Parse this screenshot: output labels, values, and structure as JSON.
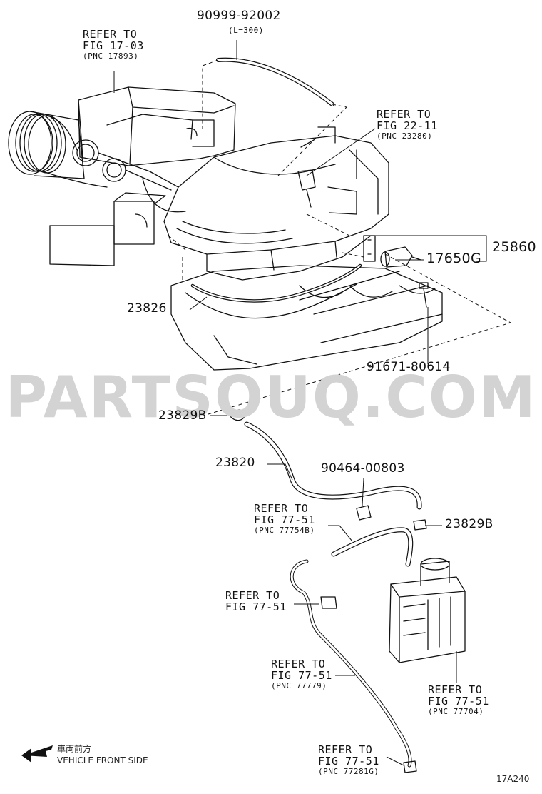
{
  "labels": {
    "fig1703": {
      "line1": "REFER TO",
      "line2": "FIG 17-03",
      "pnc": "(PNC 17893)"
    },
    "hose_top": {
      "part": "90999-92002",
      "note": "(L=300)"
    },
    "fig2211": {
      "line1": "REFER TO",
      "line2": "FIG 22-11",
      "pnc": "(PNC 23280)"
    },
    "part_25860": "25860",
    "part_17650g": "17650G",
    "part_23826": "23826",
    "part_91671": "91671-80614",
    "part_23829b_upper": "23829B",
    "part_23820": "23820",
    "part_90464": "90464-00803",
    "fig7751_a": {
      "line1": "REFER TO",
      "line2": "FIG 77-51",
      "pnc": "(PNC 77754B)"
    },
    "part_23829b_lower": "23829B",
    "fig7751_b": {
      "line1": "REFER TO",
      "line2": "FIG 77-51"
    },
    "fig7751_c": {
      "line1": "REFER TO",
      "line2": "FIG 77-51",
      "pnc": "(PNC 77779)"
    },
    "fig7751_d": {
      "line1": "REFER TO",
      "line2": "FIG 77-51",
      "pnc": "(PNC 77704)"
    },
    "fig7751_e": {
      "line1": "REFER TO",
      "line2": "FIG 77-51",
      "pnc": "(PNC 77281G)"
    }
  },
  "watermark": "PARTSOUQ.COM",
  "footer": {
    "direction_jp": "車両前方",
    "direction_en": "VEHICLE FRONT SIDE",
    "figure_code": "17A240"
  },
  "icons": {
    "direction_arrow": "arrow-down-left-icon"
  }
}
